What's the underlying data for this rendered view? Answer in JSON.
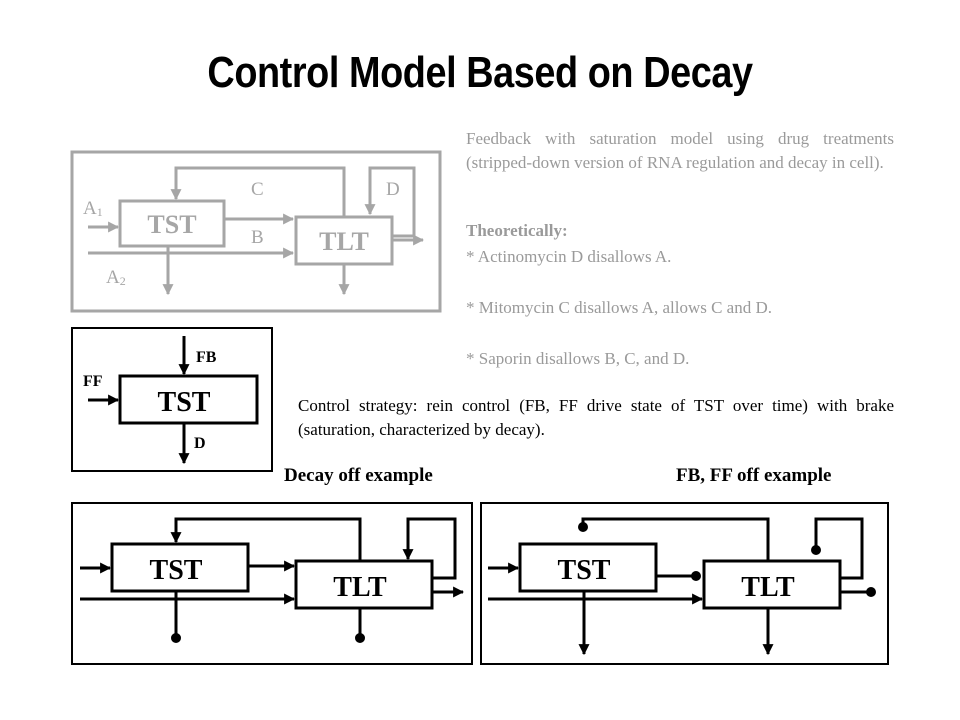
{
  "slide": {
    "title": "Control Model Based on Decay"
  },
  "description": {
    "intro": "Feedback with saturation model using drug treatments (stripped-down version of RNA regulation and decay in cell).",
    "theory_heading": "Theoretically:",
    "bullet_1": "* Actinomycin D disallows A.",
    "bullet_2": "* Mitomycin C disallows A, allows C and D.",
    "bullet_3": "* Saporin disallows B, C, and D.",
    "strategy": "Control strategy: rein control (FB, FF drive state of TST over time) with brake (saturation, characterized by decay)."
  },
  "diagram_top": {
    "box_tst": "TST",
    "box_tlt": "TLT",
    "label_a1": "A",
    "label_a1_sub": "1",
    "label_a2": "A",
    "label_a2_sub": "2",
    "label_b": "B",
    "label_c": "C",
    "label_d": "D"
  },
  "diagram_small": {
    "box_tst": "TST",
    "label_fb": "FB",
    "label_ff": "FF",
    "label_d": "D"
  },
  "examples": {
    "decay_off_caption": "Decay off example",
    "fb_ff_off_caption": "FB, FF off example",
    "left_tst": "TST",
    "left_tlt": "TLT",
    "right_tst": "TST",
    "right_tlt": "TLT"
  },
  "colors": {
    "gray": "#a6a6a6",
    "black": "#000000"
  }
}
